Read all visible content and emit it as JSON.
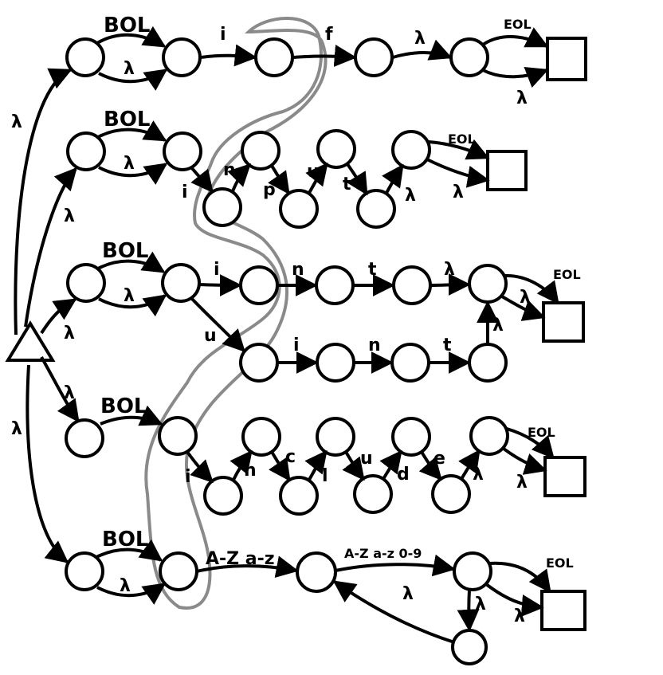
{
  "diagram": {
    "start_node_label": "",
    "lambda": "λ",
    "rows": [
      {
        "bol": "BOL",
        "bol_bypass": "λ",
        "chars": [
          "i",
          "f"
        ],
        "to_end": "λ",
        "eol": "EOL",
        "eol_bypass": "λ"
      },
      {
        "bol": "BOL",
        "bol_bypass": "λ",
        "chars": [
          "i",
          "n",
          "p",
          "u",
          "t"
        ],
        "to_end": "λ",
        "eol": "EOL",
        "eol_bypass": "λ"
      },
      {
        "bol": "BOL",
        "bol_bypass": "λ",
        "branch_a": [
          "i",
          "n",
          "t"
        ],
        "branch_a_to_end": "λ",
        "branch_b": [
          "u",
          "i",
          "n",
          "t"
        ],
        "branch_b_to_end": "λ",
        "eol": "EOL",
        "eol_bypass": "λ"
      },
      {
        "bol": "BOL",
        "chars": [
          "i",
          "n",
          "c",
          "l",
          "u",
          "d",
          "e"
        ],
        "to_end": "λ",
        "eol": "EOL",
        "eol_bypass": "λ"
      },
      {
        "bol": "BOL",
        "bol_bypass": "λ",
        "first": "A-Z a-z",
        "rest": "A-Z a-z 0-9",
        "loop": "λ",
        "loop_exit": "λ",
        "eol": "EOL",
        "eol_bypass": "λ"
      }
    ],
    "start_edges": [
      "λ",
      "λ",
      "λ",
      "λ",
      "λ"
    ],
    "highlight": {
      "color": "#8a8a8a"
    }
  }
}
